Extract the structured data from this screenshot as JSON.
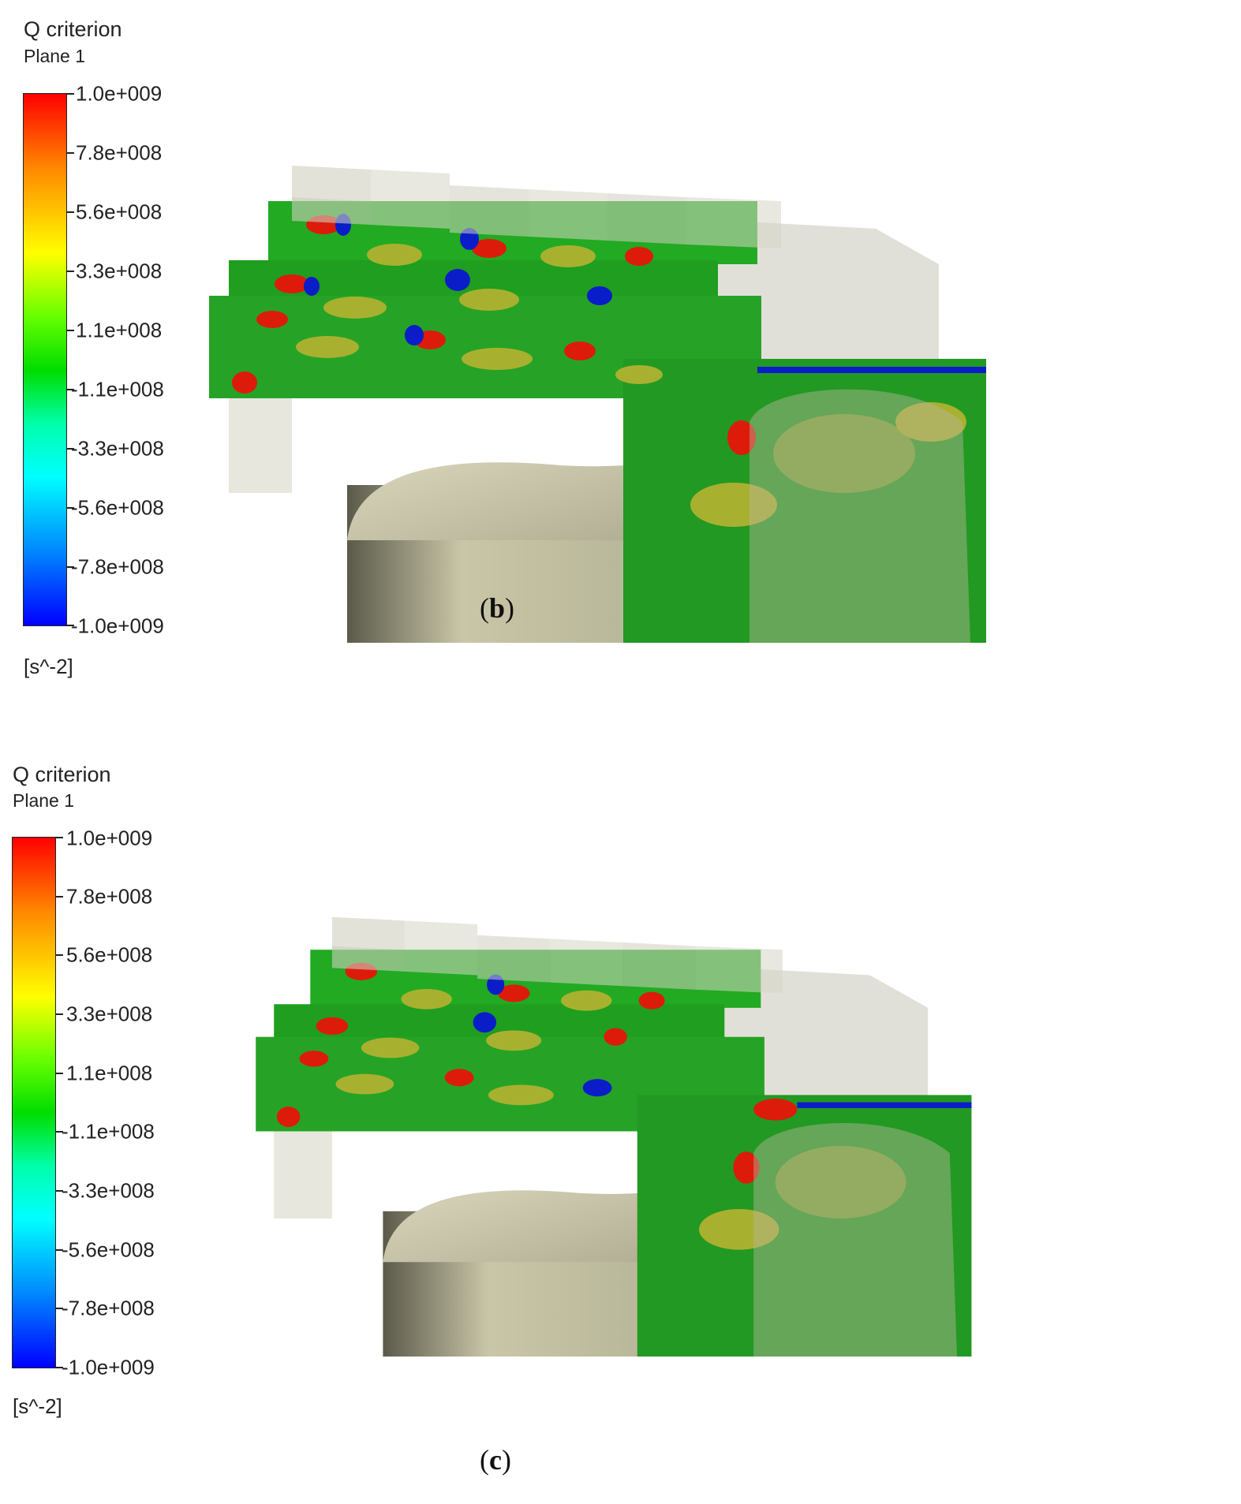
{
  "panels": [
    {
      "id": "b",
      "title": "Q criterion",
      "subtitle": "Plane 1",
      "ticks": [
        "1.0e+009",
        "7.8e+008",
        "5.6e+008",
        "3.3e+008",
        "1.1e+008",
        "-1.1e+008",
        "-3.3e+008",
        "-5.6e+008",
        "-7.8e+008",
        "-1.0e+009"
      ],
      "unit": "[s^-2]",
      "caption_open": "(",
      "caption_letter": "b",
      "caption_close": ")"
    },
    {
      "id": "c",
      "title": "Q criterion",
      "subtitle": "Plane 1",
      "ticks": [
        "1.0e+009",
        "7.8e+008",
        "5.6e+008",
        "3.3e+008",
        "1.1e+008",
        "-1.1e+008",
        "-3.3e+008",
        "-5.6e+008",
        "-7.8e+008",
        "-1.0e+009"
      ],
      "unit": "[s^-2]",
      "caption_open": "(",
      "caption_letter": "c",
      "caption_close": ")"
    }
  ],
  "colorbar": {
    "range": [
      -1000000000,
      1000000000
    ],
    "colors": [
      "#ff0000",
      "#ff8800",
      "#ffff00",
      "#66ff00",
      "#00dd00",
      "#00ffaa",
      "#00ffff",
      "#0088ff",
      "#0000ff"
    ]
  }
}
